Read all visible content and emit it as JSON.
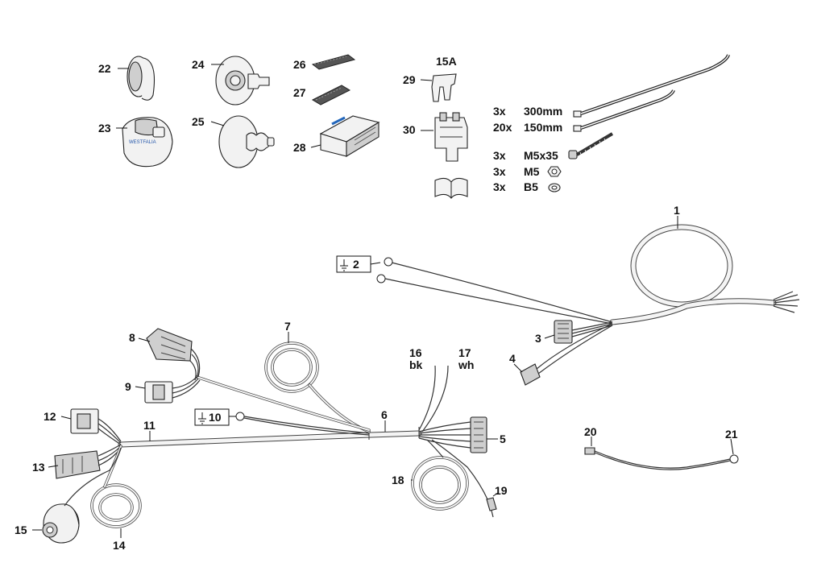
{
  "labels": {
    "p1": "1",
    "p2": "2",
    "p3": "3",
    "p4": "4",
    "p5": "5",
    "p6": "6",
    "p7": "7",
    "p8": "8",
    "p9": "9",
    "p10": "10",
    "p11": "11",
    "p12": "12",
    "p13": "13",
    "p14": "14",
    "p15": "15",
    "p16": "16",
    "p17": "17",
    "p18": "18",
    "p19": "19",
    "p20": "20",
    "p21": "21",
    "p22": "22",
    "p23": "23",
    "p24": "24",
    "p25": "25",
    "p26": "26",
    "p27": "27",
    "p28": "28",
    "p29": "29",
    "p30": "30"
  },
  "wire_colors": {
    "bk": "bk",
    "wh": "wh"
  },
  "fuse_rating": "15A",
  "hardware": [
    {
      "qty": "3x",
      "spec": "300mm"
    },
    {
      "qty": "20x",
      "spec": "150mm"
    },
    {
      "qty": "3x",
      "spec": "M5x35"
    },
    {
      "qty": "3x",
      "spec": "M5"
    },
    {
      "qty": "3x",
      "spec": "B5"
    }
  ],
  "socket_brand": "WESTFALIA"
}
